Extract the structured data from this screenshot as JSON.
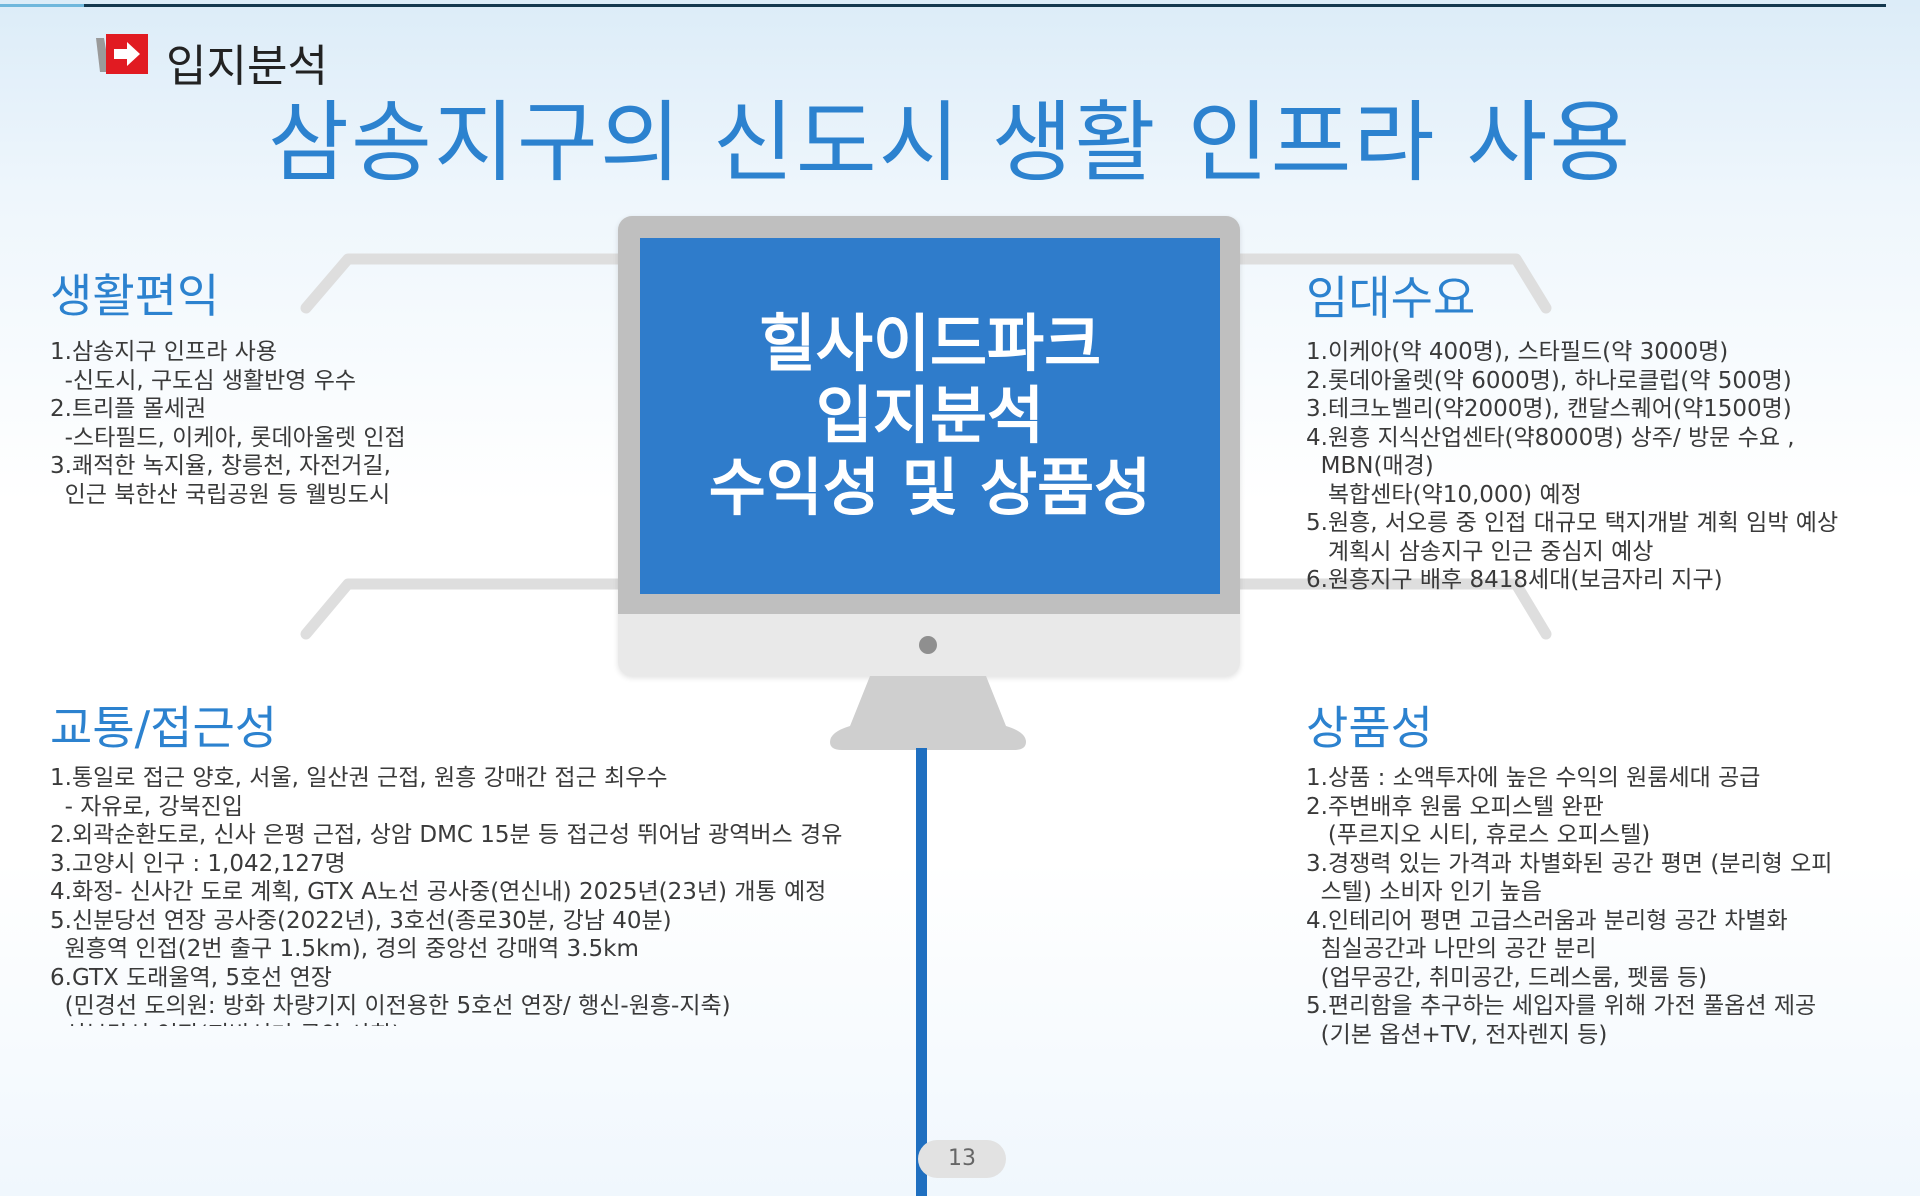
{
  "header": {
    "section_label": "입지분석",
    "title": "삼송지구의 신도시 생활 인프라 사용"
  },
  "monitor": {
    "screen_lines": [
      "힐사이드파크",
      "입지분석",
      "수익성 및 상품성"
    ]
  },
  "sections": {
    "living": {
      "heading": "생활편익",
      "body": "1.삼송지구 인프라 사용\n  -신도시, 구도심 생활반영 우수\n2.트리플 몰세권\n  -스타필드, 이케아, 롯데아울렛 인접\n3.쾌적한 녹지율, 창릉천, 자전거길,\n  인근 북한산 국립공원 등 웰빙도시"
    },
    "rental": {
      "heading": "임대수요",
      "body": "1.이케아(약 400명), 스타필드(약 3000명)\n2.롯데아울렛(약 6000명), 하나로클럽(약 500명)\n3.테크노벨리(약2000명), 캔달스퀘어(약1500명)\n4.원흥 지식산업센타(약8000명) 상주/ 방문 수요 ,\n  MBN(매경)\n   복합센타(약10,000) 예정\n5.원흥, 서오릉 중 인접 대규모 택지개발 계획 임박 예상\n   계획시 삼송지구 인근 중심지 예상\n6.원흥지구 배후 8418세대(보금자리 지구)"
    },
    "traffic": {
      "heading": "교통/접근성",
      "body": "1.통일로 접근 양호, 서울, 일산권 근접, 원흥 강매간 접근 최우수\n  - 자유로, 강북진입\n2.외곽순환도로, 신사 은평 근접, 상암 DMC 15분 등 접근성 뛰어남 광역버스 경유\n3.고양시 인구 : 1,042,127명\n4.화정- 신사간 도로 계획, GTX A노선 공사중(연신내) 2025년(23년) 개통 예정\n5.신분당선 연장 공사중(2022년), 3호선(종로30분, 강남 40분)\n  원흥역 인접(2번 출구 1.5km), 경의 중앙선 강매역 3.5km\n6.GTX 도래울역, 5호선 연장\n  (민경선 도의원: 방화 차량기지 이전용한 5호선 연장/ 행신-원흥-지축)\n  신분당선 연장(지방선거 공약 사항)"
    },
    "product": {
      "heading": "상품성",
      "body": "1.상품 : 소액투자에 높은 수익의 원룸세대 공급\n2.주변배후 원룸 오피스텔 완판\n   (푸르지오 시티, 휴로스 오피스텔)\n3.경쟁력 있는 가격과 차별화된 공간 평면 (분리형 오피\n  스텔) 소비자 인기 높음\n4.인테리어 평면 고급스러움과 분리형 공간 차별화\n  침실공간과 나만의 공간 분리\n  (업무공간, 취미공간, 드레스룸, 펫룸 등)\n5.편리함을 추구하는 세입자를 위해 가전 풀옵션 제공\n  (기본 옵션+TV, 전자렌지 등)"
    }
  },
  "footer": {
    "page_number": "13"
  },
  "colors": {
    "accent_blue": "#2c82cf",
    "screen_blue": "#2f7ccb",
    "logo_red": "#e11b22"
  }
}
